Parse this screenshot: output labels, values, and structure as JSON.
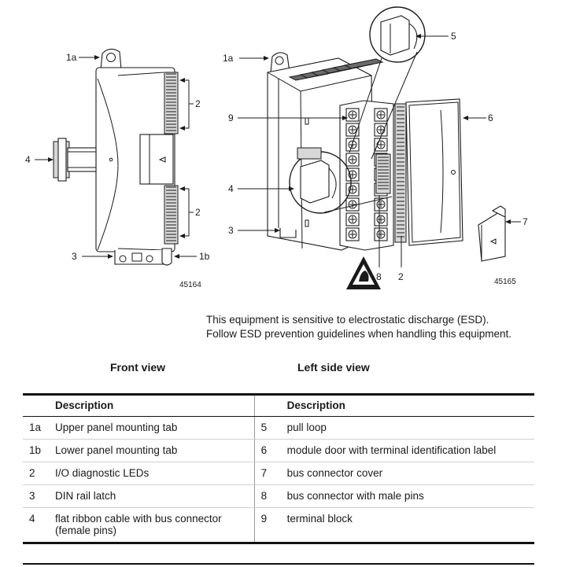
{
  "front_view": {
    "caption": "Front view",
    "figure_number": "45164",
    "callouts": {
      "c1a": "1a",
      "c2_top": "2",
      "c2_bottom": "2",
      "c4": "4",
      "c3": "3",
      "c1b": "1b"
    }
  },
  "side_view": {
    "caption": "Left side view",
    "figure_number": "45165",
    "callouts": {
      "c1a": "1a",
      "c5": "5",
      "c9": "9",
      "c6": "6",
      "c4": "4",
      "c7": "7",
      "c3": "3",
      "c8": "8",
      "c2": "2"
    }
  },
  "esd_notice": {
    "line1": "This equipment is sensitive to electrostatic discharge (ESD).",
    "line2": "Follow ESD prevention guidelines when handling this equipment."
  },
  "table": {
    "header_left": "Description",
    "header_right": "Description",
    "rows": [
      {
        "n1": "1a",
        "d1": "Upper panel mounting tab",
        "n2": "5",
        "d2": "pull loop"
      },
      {
        "n1": "1b",
        "d1": "Lower panel mounting tab",
        "n2": "6",
        "d2": "module door with terminal identification label"
      },
      {
        "n1": "2",
        "d1": "I/O diagnostic LEDs",
        "n2": "7",
        "d2": "bus connector cover"
      },
      {
        "n1": "3",
        "d1": "DIN rail latch",
        "n2": "8",
        "d2": "bus connector with male pins"
      },
      {
        "n1": "4",
        "d1": "flat ribbon cable with bus connector",
        "d1b": "(female pins)",
        "n2": "9",
        "d2": "terminal block"
      }
    ]
  }
}
